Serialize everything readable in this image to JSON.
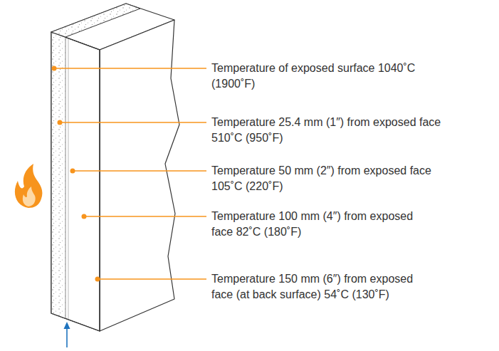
{
  "diagram": {
    "labels": [
      "Temperature of exposed surface 1040˚C (1900˚F)",
      "Temperature 25.4 mm (1″) from exposed face 510˚C (950˚F)",
      "Temperature 50 mm (2″) from exposed face 105˚C (220˚F)",
      "Temperature 100 mm (4″) from exposed face 82˚C (180˚F)",
      "Temperature 150 mm (6″) from exposed face (at back surface) 54˚C (130˚F)"
    ]
  }
}
